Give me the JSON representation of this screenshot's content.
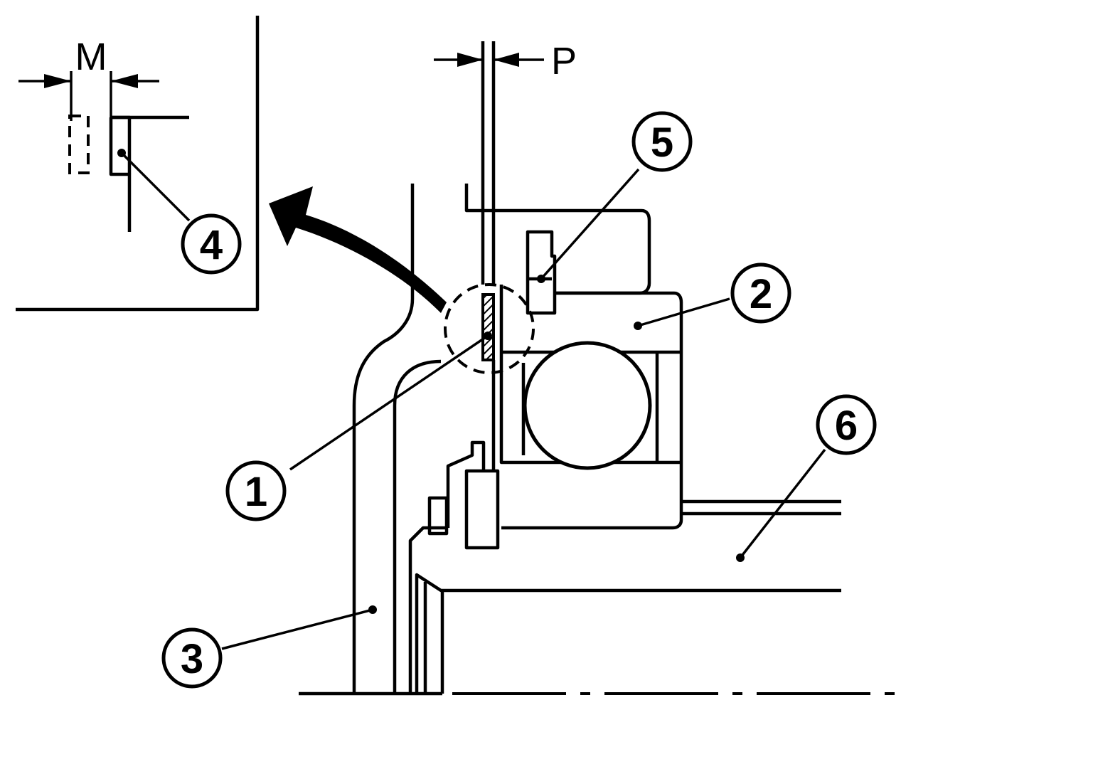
{
  "dimensions": {
    "M": "M",
    "P": "P"
  },
  "callouts": {
    "c1": "1",
    "c2": "2",
    "c3": "3",
    "c4": "4",
    "c5": "5",
    "c6": "6"
  }
}
